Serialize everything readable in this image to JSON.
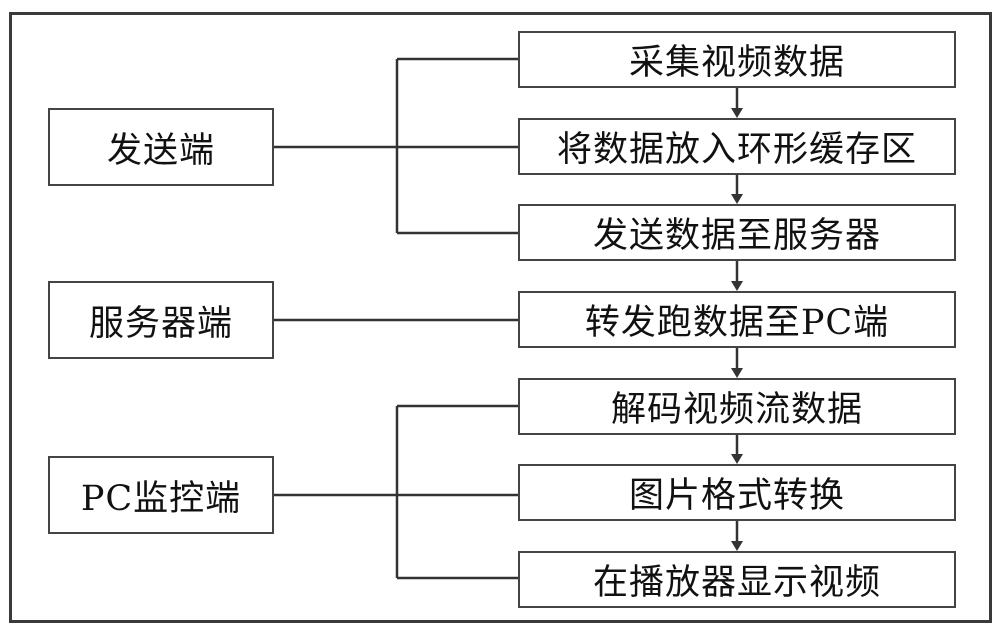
{
  "roles": {
    "sender": "发送端",
    "server": "服务器端",
    "pc": "PC监控端"
  },
  "steps": [
    "采集视频数据",
    "将数据放入环形缓存区",
    "发送数据至服务器",
    "转发跑数据至PC端",
    "解码视频流数据",
    "图片格式转换",
    "在播放器显示视频"
  ]
}
